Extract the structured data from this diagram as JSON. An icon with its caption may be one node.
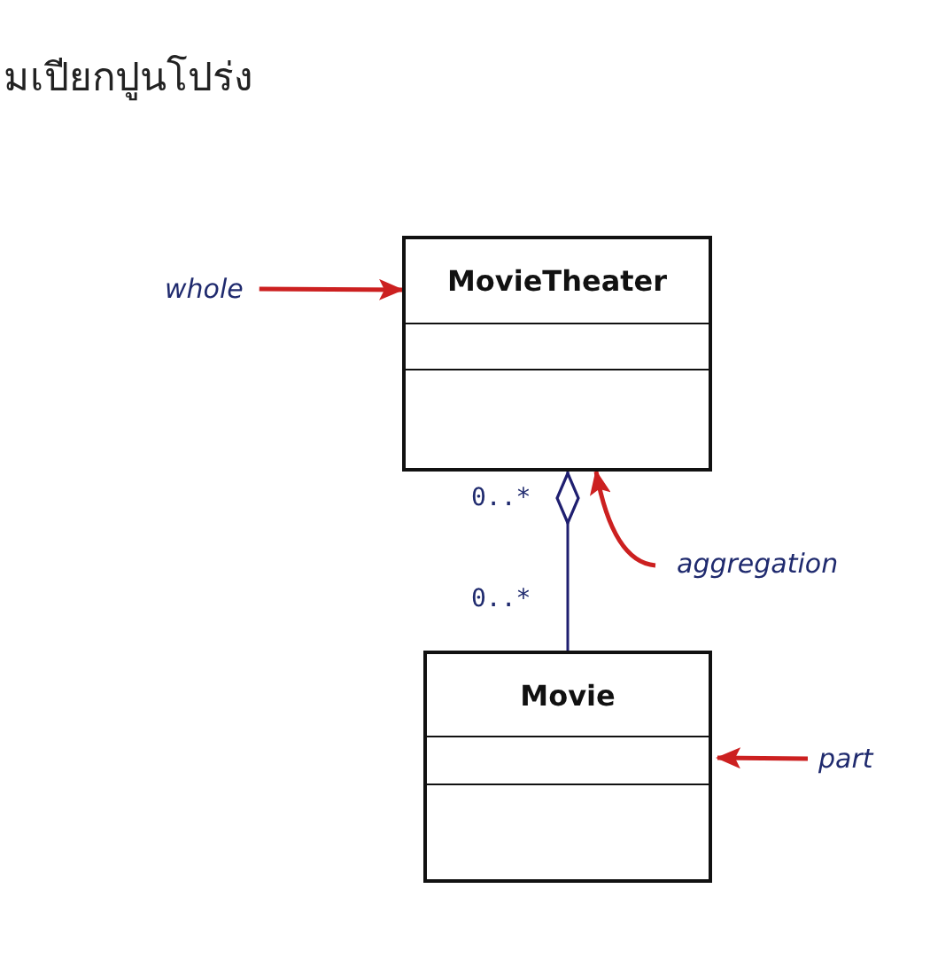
{
  "diagram": {
    "nodes": [
      {
        "text": [
          "MovieTheater"
        ]
      },
      {
        "text": [
          "Movie"
        ]
      },
      {
        "text": [
          "whole"
        ]
      },
      {
        "text": [
          "part"
        ]
      },
      {
        "text": [
          "aggregation"
        ]
      }
    ],
    "edges": [
      {
        "from": 1,
        "to": 0,
        "arrow": "other",
        "color": "#1f1f70"
      },
      {
        "from": 2,
        "to": 0,
        "arrow": "to"
      },
      {
        "from": 3,
        "to": 1,
        "arrow": "to"
      },
      {
        "from": 4,
        "to": 0,
        "arrow": "to"
      }
    ],
    "labels": [
      "มเปียกปูนโปร่ง",
      "0..*",
      "0..*"
    ]
  }
}
